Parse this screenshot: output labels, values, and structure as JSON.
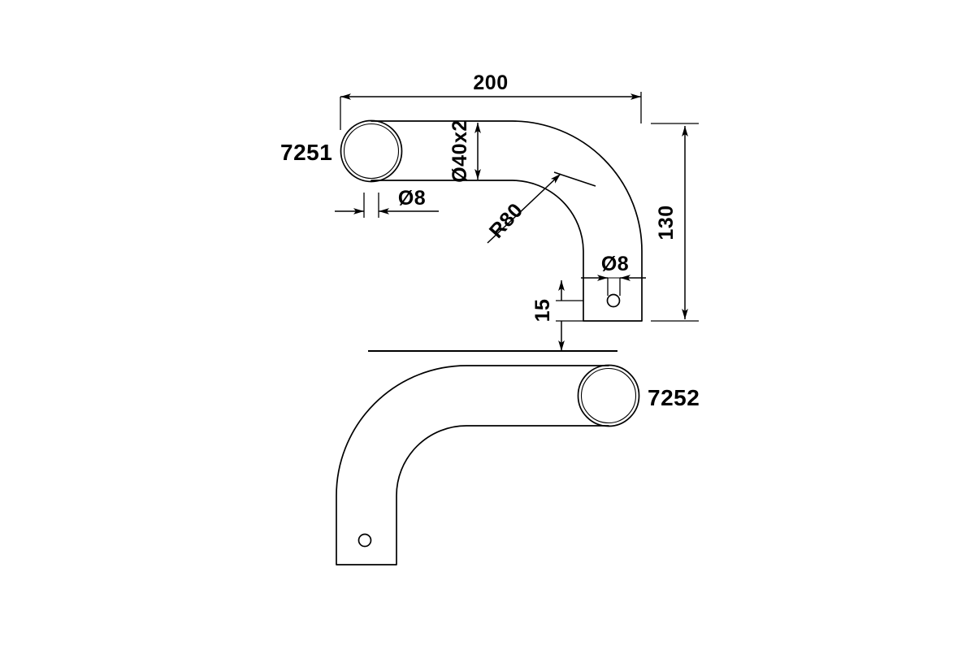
{
  "drawing": {
    "title": "Pipe bend technical drawing",
    "background_color": "#ffffff",
    "line_color": "#000000",
    "parts": [
      {
        "id": "part-upper",
        "label": "7251"
      },
      {
        "id": "part-lower",
        "label": "7252"
      }
    ],
    "labels": {
      "part_upper": "7251",
      "part_lower": "7252"
    },
    "dimensions": {
      "overall_length": "200",
      "overall_height": "130",
      "tube_diameter": "Ø40x2",
      "hole_diameter_end": "Ø8",
      "hole_diameter_side": "Ø8",
      "hole_edge_distance": "15",
      "bend_radius": "R80"
    }
  }
}
